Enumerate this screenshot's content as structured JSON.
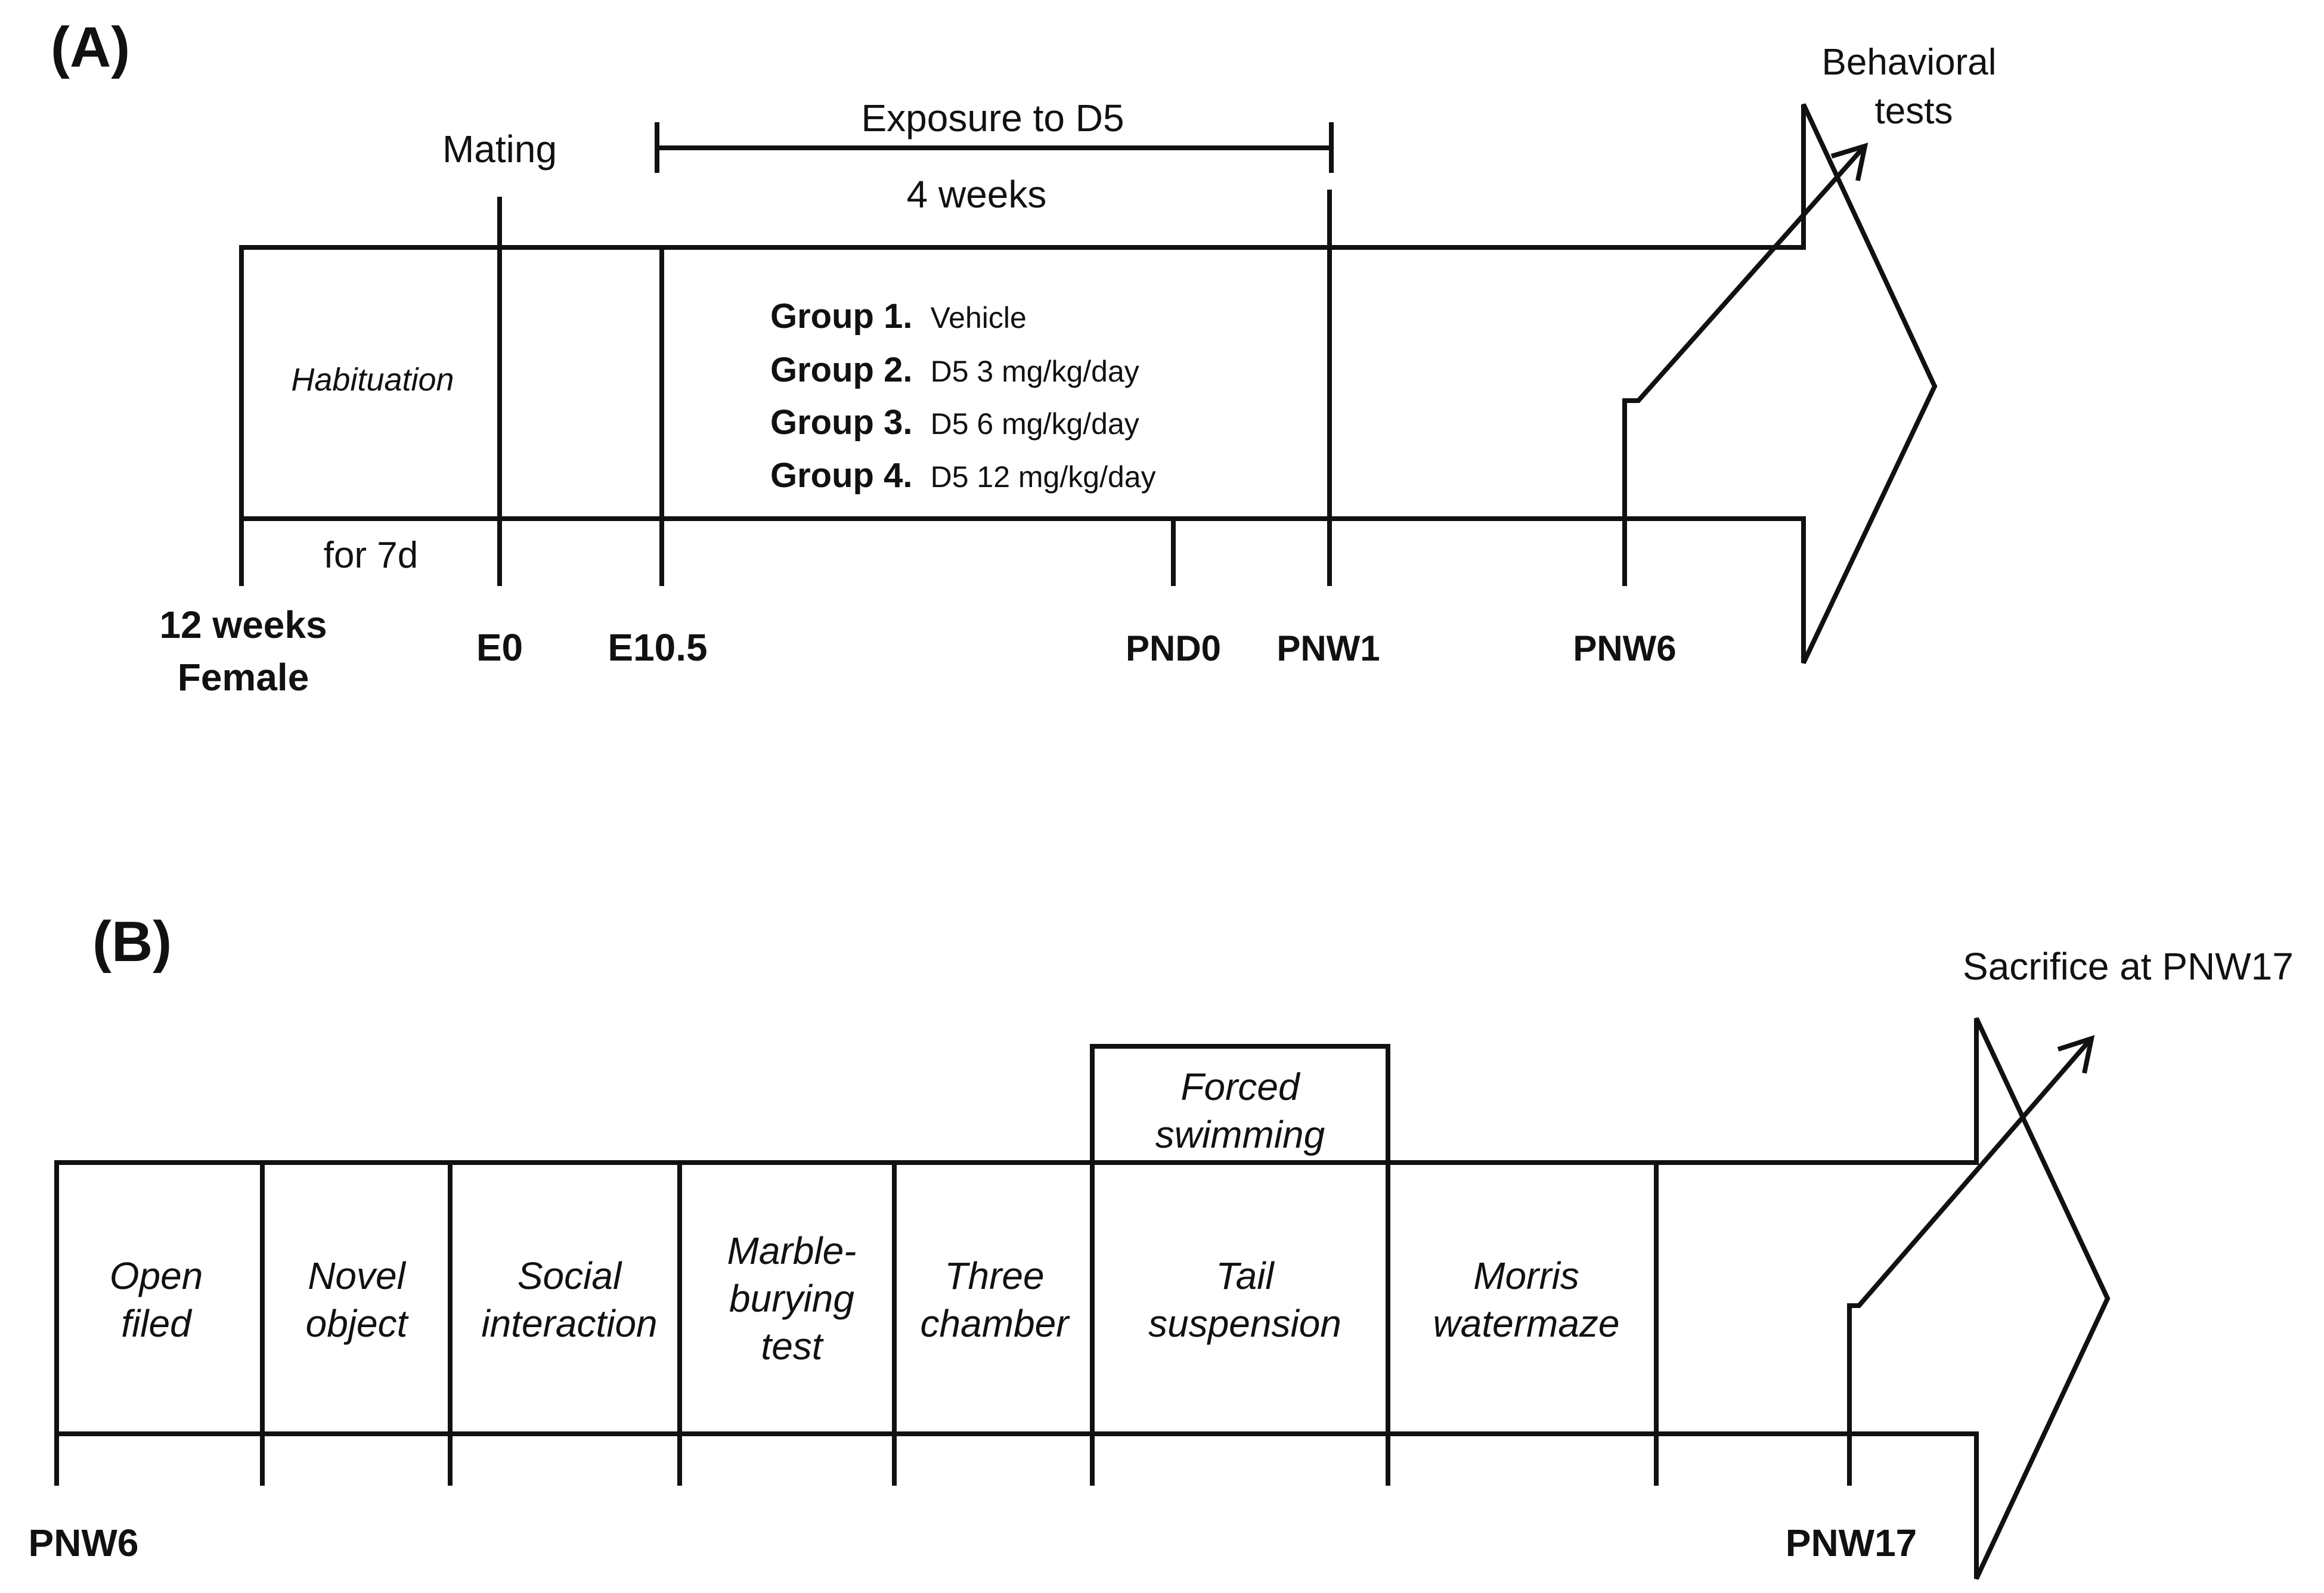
{
  "colors": {
    "line": "#111111",
    "background": "#ffffff"
  },
  "panel_a": {
    "label": "(A)",
    "mating": "Mating",
    "exposure": "Exposure to D5",
    "duration": "4 weeks",
    "habituation": "Habituation",
    "habituation_duration": "for 7d",
    "behavioral_line1": "Behavioral",
    "behavioral_line2": "tests",
    "groups": [
      {
        "name": "Group 1.",
        "treatment": "Vehicle"
      },
      {
        "name": "Group 2.",
        "treatment": "D5 3 mg/kg/day"
      },
      {
        "name": "Group 3.",
        "treatment": "D5 6 mg/kg/day"
      },
      {
        "name": "Group 4.",
        "treatment": "D5 12 mg/kg/day"
      }
    ],
    "start_line1": "12 weeks",
    "start_line2": "Female",
    "ticks": {
      "e0": "E0",
      "e105": "E10.5",
      "pnd0": "PND0",
      "pnw1": "PNW1",
      "pnw6": "PNW6"
    }
  },
  "panel_b": {
    "label": "(B)",
    "sacrifice": "Sacrifice at PNW17",
    "forced_line1": "Forced",
    "forced_line2": "swimming",
    "tests": [
      {
        "lines": [
          "Open",
          "filed"
        ]
      },
      {
        "lines": [
          "Novel",
          "object"
        ]
      },
      {
        "lines": [
          "Social",
          "interaction"
        ]
      },
      {
        "lines": [
          "Marble-",
          "burying",
          "test"
        ]
      },
      {
        "lines": [
          "Three",
          "chamber"
        ]
      },
      {
        "lines": [
          "Tail",
          "suspension"
        ]
      },
      {
        "lines": [
          "Morris",
          "watermaze"
        ]
      }
    ],
    "ticks": {
      "start": "PNW6",
      "end": "PNW17"
    }
  }
}
